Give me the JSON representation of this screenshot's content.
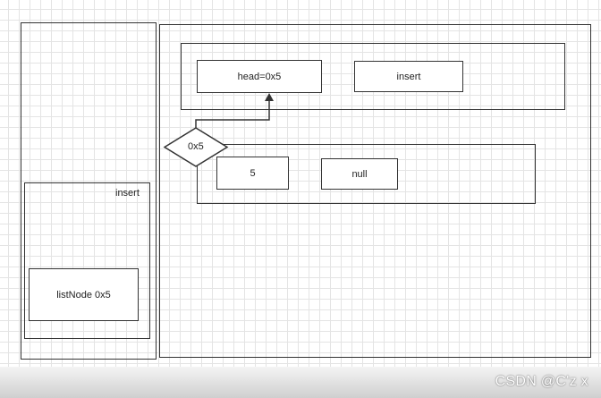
{
  "stack_panel": {
    "frame_label": "insert",
    "local_var": "listNode 0x5"
  },
  "heap_panel": {
    "insert_object": {
      "head_field": "head=0x5",
      "name_field": "insert"
    },
    "list_node": {
      "address": "0x5",
      "value_field": "5",
      "next_field": "null"
    }
  },
  "watermark": "CSDN @C'z x"
}
